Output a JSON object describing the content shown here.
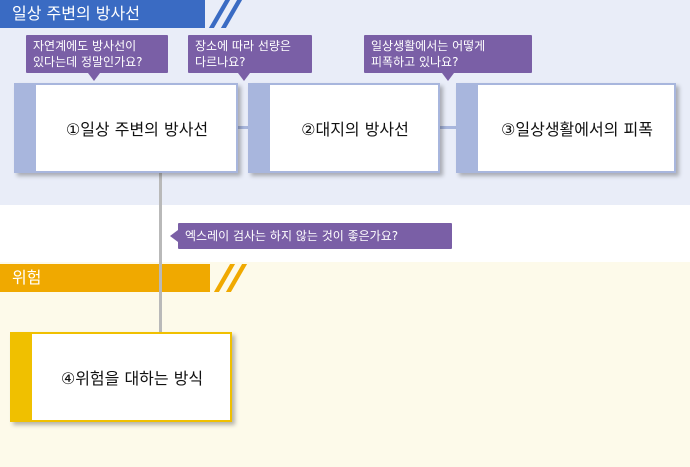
{
  "sections": {
    "everyday": {
      "title": "일상 주변의 방사선"
    },
    "risk": {
      "title": "위험"
    }
  },
  "cards": {
    "card1": "①일상 주변의 방사선",
    "card2": "②대지의 방사선",
    "card3": "③일상생활에서의 피폭",
    "card4": "④위험을 대하는 방식"
  },
  "bubbles": {
    "q1": {
      "line1": "자연계에도 방사선이",
      "line2": "있다는데 정말인가요?"
    },
    "q2": {
      "line1": "장소에 따라 선량은",
      "line2": "다르나요?"
    },
    "q3": {
      "line1": "일상생활에서는 어떻게",
      "line2": "피폭하고 있나요?"
    },
    "q4": {
      "line1": "엑스레이 검사는 하지 않는 것이 좋은가요?"
    }
  },
  "colors": {
    "blue_header": "#3a6bc3",
    "orange_header": "#f0a900",
    "card_tab_blue": "#a8b6dd",
    "card_tab_orange": "#f0c000",
    "bubble": "#7a5fa6",
    "band_top": "#e9edf8",
    "band_bottom": "#fdfaea"
  }
}
